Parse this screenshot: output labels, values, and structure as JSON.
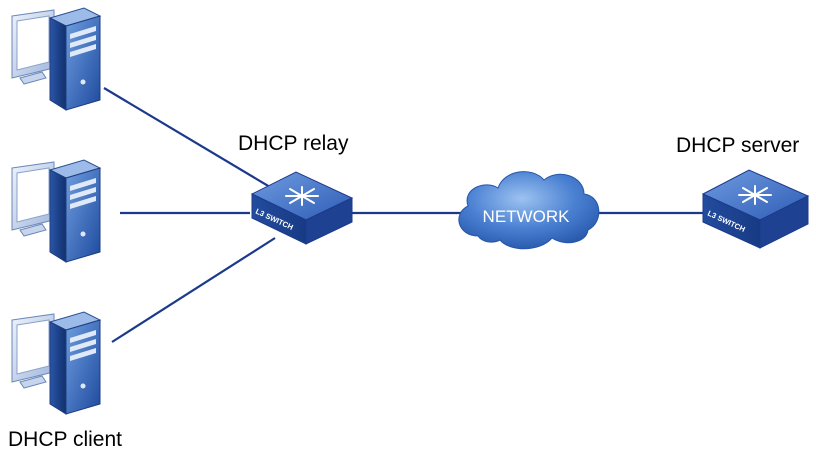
{
  "labels": {
    "relay": "DHCP relay",
    "server": "DHCP server",
    "client": "DHCP client"
  },
  "devices": {
    "relay_switch": "L3 SWITCH",
    "server_switch": "L3 SWITCH",
    "cloud": "NETWORK"
  },
  "colors": {
    "link": "#1b3a8c",
    "switch_top": "#3f6fc4",
    "switch_side": "#1c3f93",
    "cloud": "#3a72c8"
  },
  "icons": {
    "client_device": "computer-monitor-and-tower-icon",
    "switch_device": "layer3-switch-icon",
    "network": "cloud-icon"
  }
}
